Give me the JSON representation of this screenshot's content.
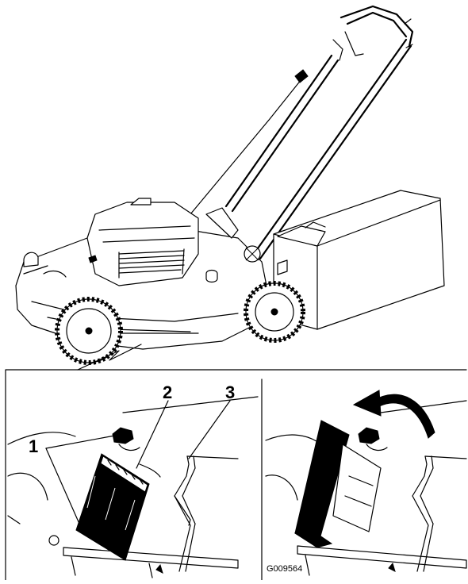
{
  "figure": {
    "callouts": [
      {
        "id": "1",
        "label": "1"
      },
      {
        "id": "2",
        "label": "2"
      },
      {
        "id": "3",
        "label": "3"
      }
    ],
    "figure_id": "G009564"
  }
}
